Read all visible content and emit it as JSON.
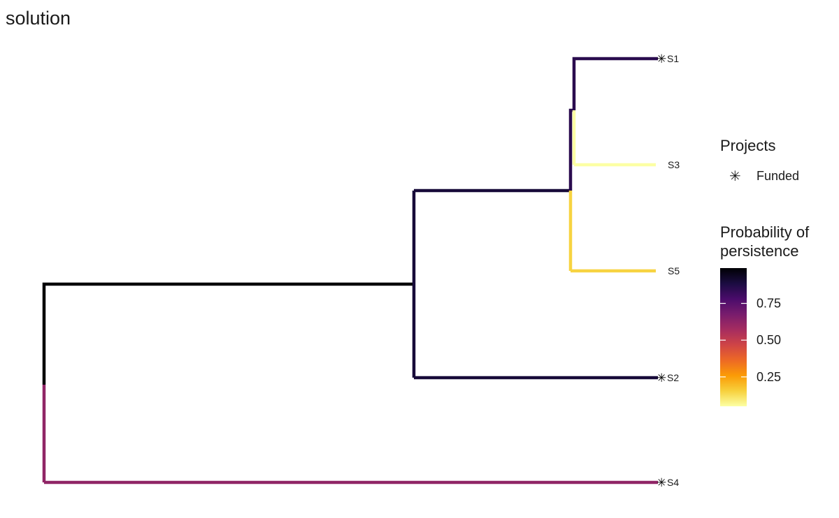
{
  "chart_data": {
    "type": "phylogenetic-tree",
    "title": "solution",
    "tips": [
      {
        "label": "S1",
        "funded": true
      },
      {
        "label": "S3",
        "funded": false
      },
      {
        "label": "S5",
        "funded": false
      },
      {
        "label": "S2",
        "funded": true
      },
      {
        "label": "S4",
        "funded": true
      }
    ],
    "branches": [
      {
        "id": "root-upper",
        "persistence": 0.99
      },
      {
        "id": "root-lower",
        "persistence": 0.62
      },
      {
        "id": "node-a-vertical",
        "persistence": 0.9
      },
      {
        "id": "to-node-b",
        "persistence": 0.9
      },
      {
        "id": "to-s2",
        "persistence": 0.9
      },
      {
        "id": "node-b-upper",
        "persistence": 0.85
      },
      {
        "id": "node-b-lower",
        "persistence": 0.15
      },
      {
        "id": "to-s1",
        "persistence": 0.85
      },
      {
        "id": "node-c-lower",
        "persistence": 0.05
      },
      {
        "id": "to-s3",
        "persistence": 0.05
      },
      {
        "id": "to-s5",
        "persistence": 0.15
      },
      {
        "id": "to-s4",
        "persistence": 0.62
      }
    ],
    "legend": {
      "placement": "right",
      "projects": {
        "title": "Projects",
        "symbol": "✳",
        "label": "Funded"
      },
      "colorbar": {
        "title_lines": [
          "Probability of",
          "persistence"
        ],
        "ticks": [
          0.75,
          0.5,
          0.25
        ],
        "tick_labels": [
          "0.75",
          "0.50",
          "0.25"
        ],
        "range": [
          0.05,
          0.99
        ],
        "palette": [
          "#fcffa4",
          "#f7d13d",
          "#fb9b06",
          "#ed6925",
          "#cf4446",
          "#a52c60",
          "#781c6d",
          "#4a0c6b",
          "#1b0c41",
          "#000004"
        ]
      }
    }
  }
}
